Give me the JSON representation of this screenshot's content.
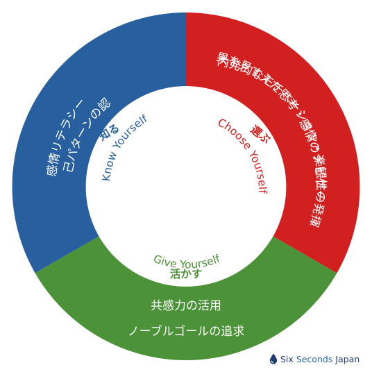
{
  "colors": {
    "know": "#285f9e",
    "choose": "#d22020",
    "give": "#4b9238",
    "brand_dark": "#1f3d73",
    "brand_accent": "#2a67b0"
  },
  "segments": {
    "know": {
      "outer_line1": "感情リテラシー",
      "outer_line2": "自己パターンの認識",
      "inner_jp": "知る",
      "inner_en": "Know Yourself"
    },
    "choose": {
      "outer_line1": "結果を見すえた思考・感情のナビゲート",
      "outer_line2": "内発的なモチベーション・楽観性の発揮",
      "inner_jp": "選ぶ",
      "inner_en": "Choose Yourself"
    },
    "give": {
      "outer_line1": "共感力の活用",
      "outer_line2": "ノーブルゴールの追求",
      "inner_en": "Give Yourself",
      "inner_jp": "活かす"
    }
  },
  "brand": {
    "part1": "Six",
    "part2": "Seconds",
    "part3": "Japan",
    "icon": "water-drop-icon"
  }
}
